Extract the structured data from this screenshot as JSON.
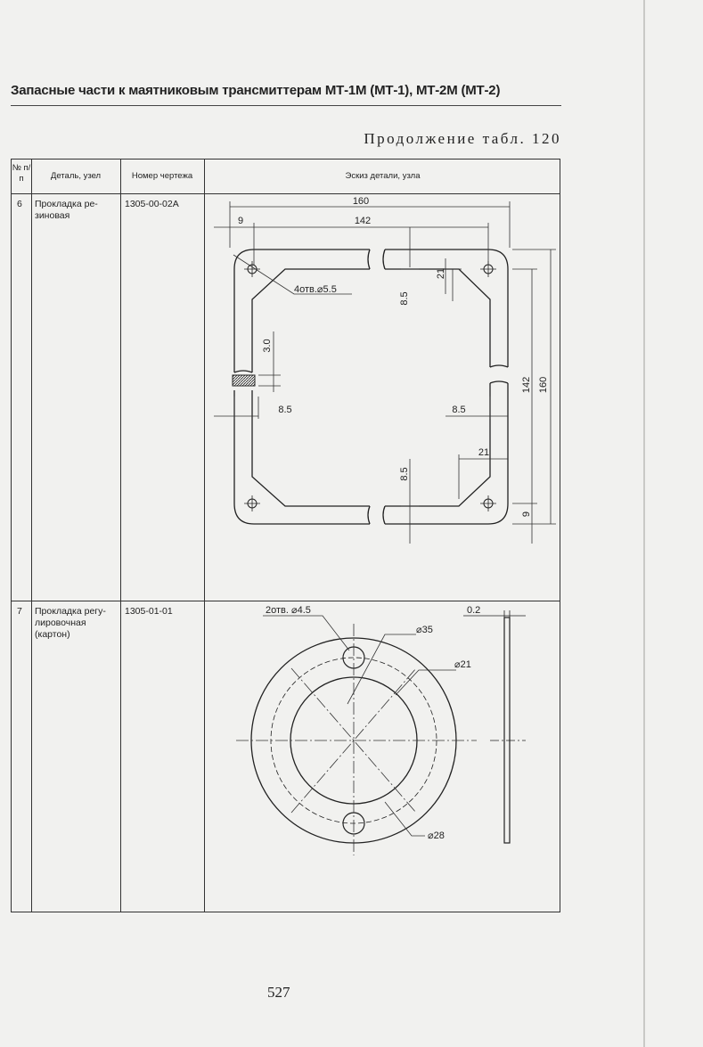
{
  "header": {
    "running_title": "Запасные части к маятниковым трансмиттерам МТ-1М (МТ-1), МТ-2М (МТ-2)",
    "continuation": "Продолжение табл. 120"
  },
  "table": {
    "columns": [
      "№ п/п",
      "Деталь, узел",
      "Номер чертежа",
      "Эскиз детали, узла"
    ],
    "rows": [
      {
        "num": "6",
        "part": "Прокладка ре-зиновая",
        "drawing": "1305-00-02А"
      },
      {
        "num": "7",
        "part": "Прокладка регу-лировочная (картон)",
        "drawing": "1305-01-01"
      }
    ]
  },
  "sketch1": {
    "dim_160_top": "160",
    "dim_9_top": "9",
    "dim_142_top": "142",
    "holes": "4отв.⌀5.5",
    "dim_21_a": "21",
    "dim_85_a": "8.5",
    "dim_30": "3.0",
    "dim_85_left": "8.5",
    "dim_85_right": "8.5",
    "dim_21_b": "21",
    "dim_85_b": "8.5",
    "dim_142_right": "142",
    "dim_160_right": "160",
    "dim_9_right": "9"
  },
  "sketch2": {
    "holes": "2отв. ⌀4.5",
    "thickness": "0.2",
    "d35": "⌀35",
    "d21": "⌀21",
    "d28": "⌀28"
  },
  "footer": {
    "page_number": "527"
  }
}
